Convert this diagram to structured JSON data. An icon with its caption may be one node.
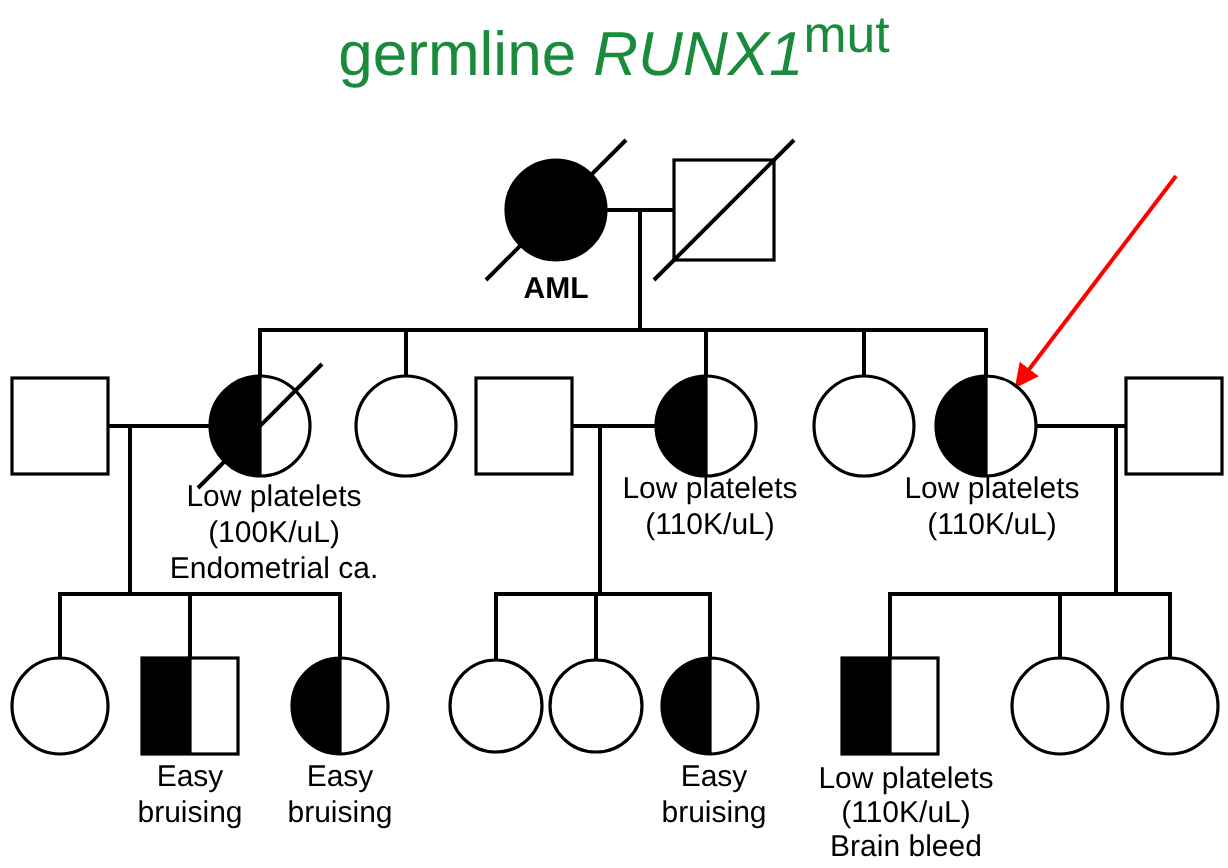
{
  "diagram": {
    "title": "germline *RUNX1*$^{mut}$",
    "nodes": [
      {
        "text": [],
        "shape": "circle",
        "beside": [
          "AML"
        ]
      },
      {
        "text": [],
        "shape": "box"
      },
      {
        "text": [],
        "shape": "box"
      },
      {
        "text": [],
        "shape": "circle",
        "beside": [
          "Low platelets (100K/uL) Endometrial ca."
        ]
      },
      {
        "text": [],
        "shape": "circle"
      },
      {
        "text": [],
        "shape": "box"
      },
      {
        "text": [],
        "shape": "circle",
        "beside": [
          "Low platelets (110K/uL)"
        ]
      },
      {
        "text": [],
        "shape": "circle"
      },
      {
        "text": [],
        "shape": "circle",
        "beside": [
          "Low platelets (110K/uL)"
        ]
      },
      {
        "text": [],
        "shape": "box"
      },
      {
        "text": [],
        "shape": "circle"
      },
      {
        "text": [],
        "shape": "box",
        "beside": [
          "Easy bruising"
        ]
      },
      {
        "text": [],
        "shape": "circle",
        "beside": [
          "Easy bruising"
        ]
      },
      {
        "text": [],
        "shape": "circle"
      },
      {
        "text": [],
        "shape": "circle"
      },
      {
        "text": [],
        "shape": "circle",
        "beside": [
          "Easy bruising"
        ]
      },
      {
        "text": [],
        "shape": "box",
        "beside": [
          "Low platelets (110K/uL) Brain bleed"
        ]
      },
      {
        "text": [],
        "shape": "circle"
      },
      {
        "text": [],
        "shape": "circle"
      }
    ],
    "edges": [
      {
        "from": 0,
        "to": 1,
        "arrow": "none"
      },
      {
        "from": 0,
        "to": 3,
        "arrow": "none"
      },
      {
        "from": 0,
        "to": 4,
        "arrow": "none"
      },
      {
        "from": 0,
        "to": 6,
        "arrow": "none"
      },
      {
        "from": 0,
        "to": 7,
        "arrow": "none"
      },
      {
        "from": 0,
        "to": 8,
        "arrow": "none"
      },
      {
        "from": 1,
        "to": 3,
        "arrow": "none"
      },
      {
        "from": 1,
        "to": 4,
        "arrow": "none"
      },
      {
        "from": 1,
        "to": 6,
        "arrow": "none"
      },
      {
        "from": 1,
        "to": 7,
        "arrow": "none"
      },
      {
        "from": 1,
        "to": 8,
        "arrow": "none"
      },
      {
        "from": 2,
        "to": 3,
        "arrow": "none"
      },
      {
        "from": 5,
        "to": 6,
        "arrow": "none"
      },
      {
        "from": 8,
        "to": 9,
        "arrow": "none"
      },
      {
        "from": 2,
        "to": 10,
        "arrow": "none"
      },
      {
        "from": 2,
        "to": 11,
        "arrow": "none"
      },
      {
        "from": 2,
        "to": 12,
        "arrow": "none"
      },
      {
        "from": 3,
        "to": 10,
        "arrow": "none"
      },
      {
        "from": 3,
        "to": 11,
        "arrow": "none"
      },
      {
        "from": 3,
        "to": 12,
        "arrow": "none"
      },
      {
        "from": 5,
        "to": 13,
        "arrow": "none"
      },
      {
        "from": 5,
        "to": 14,
        "arrow": "none"
      },
      {
        "from": 5,
        "to": 15,
        "arrow": "none"
      },
      {
        "from": 6,
        "to": 13,
        "arrow": "none"
      },
      {
        "from": 6,
        "to": 14,
        "arrow": "none"
      },
      {
        "from": 6,
        "to": 15,
        "arrow": "none"
      },
      {
        "from": 8,
        "to": 16,
        "arrow": "none"
      },
      {
        "from": 8,
        "to": 17,
        "arrow": "none"
      },
      {
        "from": 8,
        "to": 18,
        "arrow": "none"
      },
      {
        "from": 9,
        "to": 16,
        "arrow": "none"
      },
      {
        "from": 9,
        "to": 17,
        "arrow": "none"
      },
      {
        "from": 9,
        "to": 18,
        "arrow": "none"
      },
      {
        "from": null,
        "to": 8,
        "arrow": "to",
        "color": "#ff0000"
      }
    ]
  }
}
